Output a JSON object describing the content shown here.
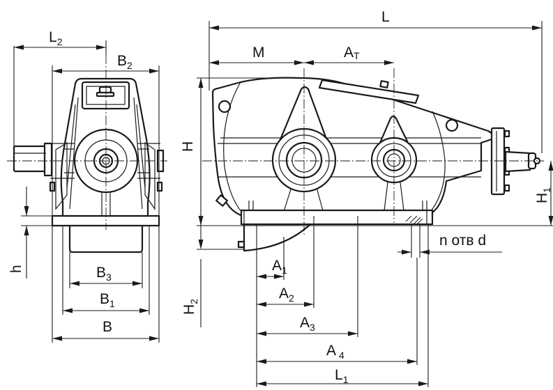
{
  "labels": {
    "L": "L",
    "L2": "L",
    "L2_sub": "2",
    "B2": "B",
    "B2_sub": "2",
    "M": "M",
    "AT": "A",
    "AT_sub": "T",
    "H": "H",
    "H1": "H",
    "H1_sub": "1",
    "h": "h",
    "H2": "H",
    "H2_sub": "2",
    "n_holes": "n отв d",
    "A1": "A",
    "A1_sub": "1",
    "A2": "A",
    "A2_sub": "2",
    "A3": "A",
    "A3_sub": "3",
    "A4": "A",
    "A4_sub": "4",
    "L1": "L",
    "L1_sub": "1",
    "B3": "B",
    "B3_sub": "3",
    "B1": "B",
    "B1_sub": "1",
    "B": "B"
  }
}
